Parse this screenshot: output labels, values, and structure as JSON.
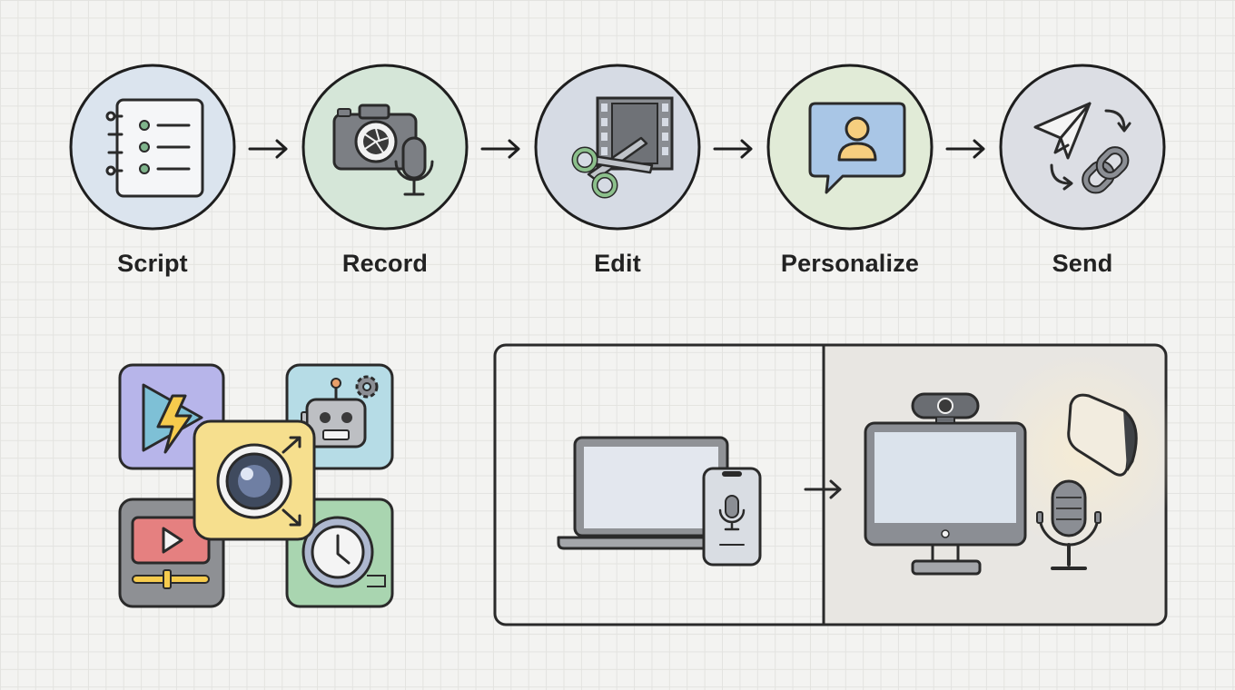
{
  "steps": [
    {
      "label": "Script",
      "icon": "notebook-list-icon",
      "color": "#dbe4ee"
    },
    {
      "label": "Record",
      "icon": "camera-microphone-icon",
      "color": "#d5e6d8"
    },
    {
      "label": "Edit",
      "icon": "scissors-film-icon",
      "color": "#d6dbe4"
    },
    {
      "label": "Personalize",
      "icon": "chat-bubble-avatar-icon",
      "color": "#e1ebd7"
    },
    {
      "label": "Send",
      "icon": "paper-plane-link-icon",
      "color": "#dcdee4"
    }
  ],
  "tools": [
    {
      "icon": "lightning-play-icon",
      "color": "#b7b5ea"
    },
    {
      "icon": "robot-gear-icon",
      "color": "#b6dce6"
    },
    {
      "icon": "camera-lens-expand-icon",
      "color": "#f6df8e"
    },
    {
      "icon": "video-player-icon",
      "color": "#8e9094"
    },
    {
      "icon": "clock-icon",
      "color": "#a9d5b0"
    }
  ],
  "comparison": {
    "before_icon": "laptop-phone-icon",
    "after_icon": "desktop-webcam-mic-light-icon"
  }
}
